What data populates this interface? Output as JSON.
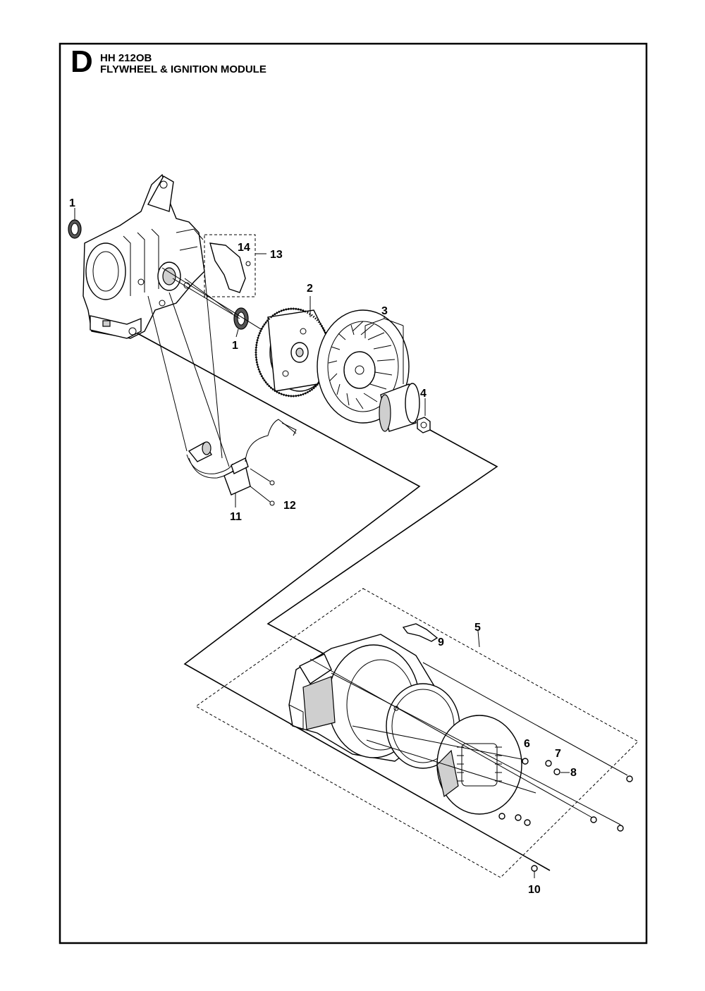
{
  "header": {
    "section_letter": "D",
    "model": "HH 212OB",
    "title": "FLYWHEEL & IGNITION MODULE"
  },
  "callouts": [
    "1",
    "14",
    "13",
    "2",
    "3",
    "1",
    "4",
    "12",
    "11",
    "5",
    "9",
    "6",
    "7",
    "8",
    "10"
  ]
}
